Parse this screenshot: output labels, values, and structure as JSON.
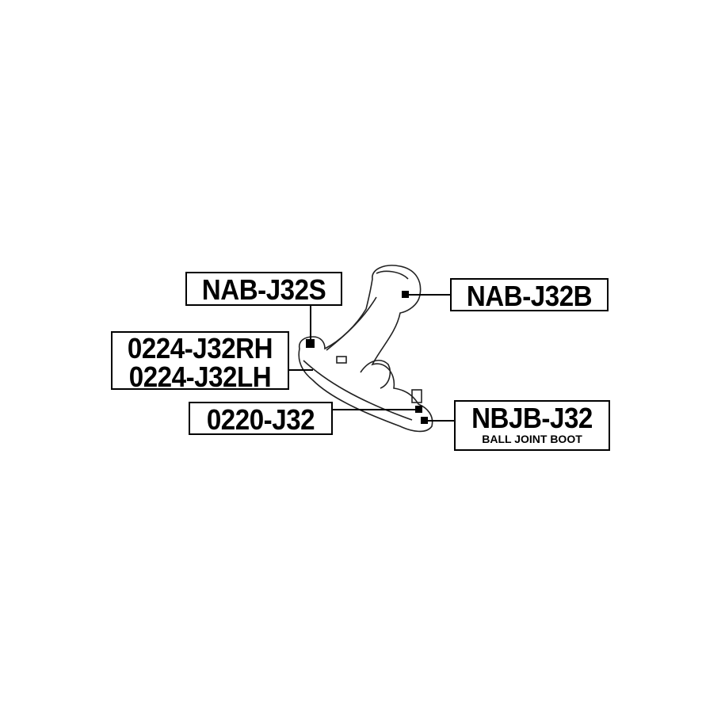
{
  "labels": {
    "nab_j32s": "NAB-J32S",
    "nab_j32b": "NAB-J32B",
    "bushing_rh": "0224-J32RH",
    "bushing_lh": "0224-J32LH",
    "ball_joint": "0220-J32",
    "boot": "NBJB-J32",
    "boot_desc": "BALL JOINT BOOT"
  }
}
